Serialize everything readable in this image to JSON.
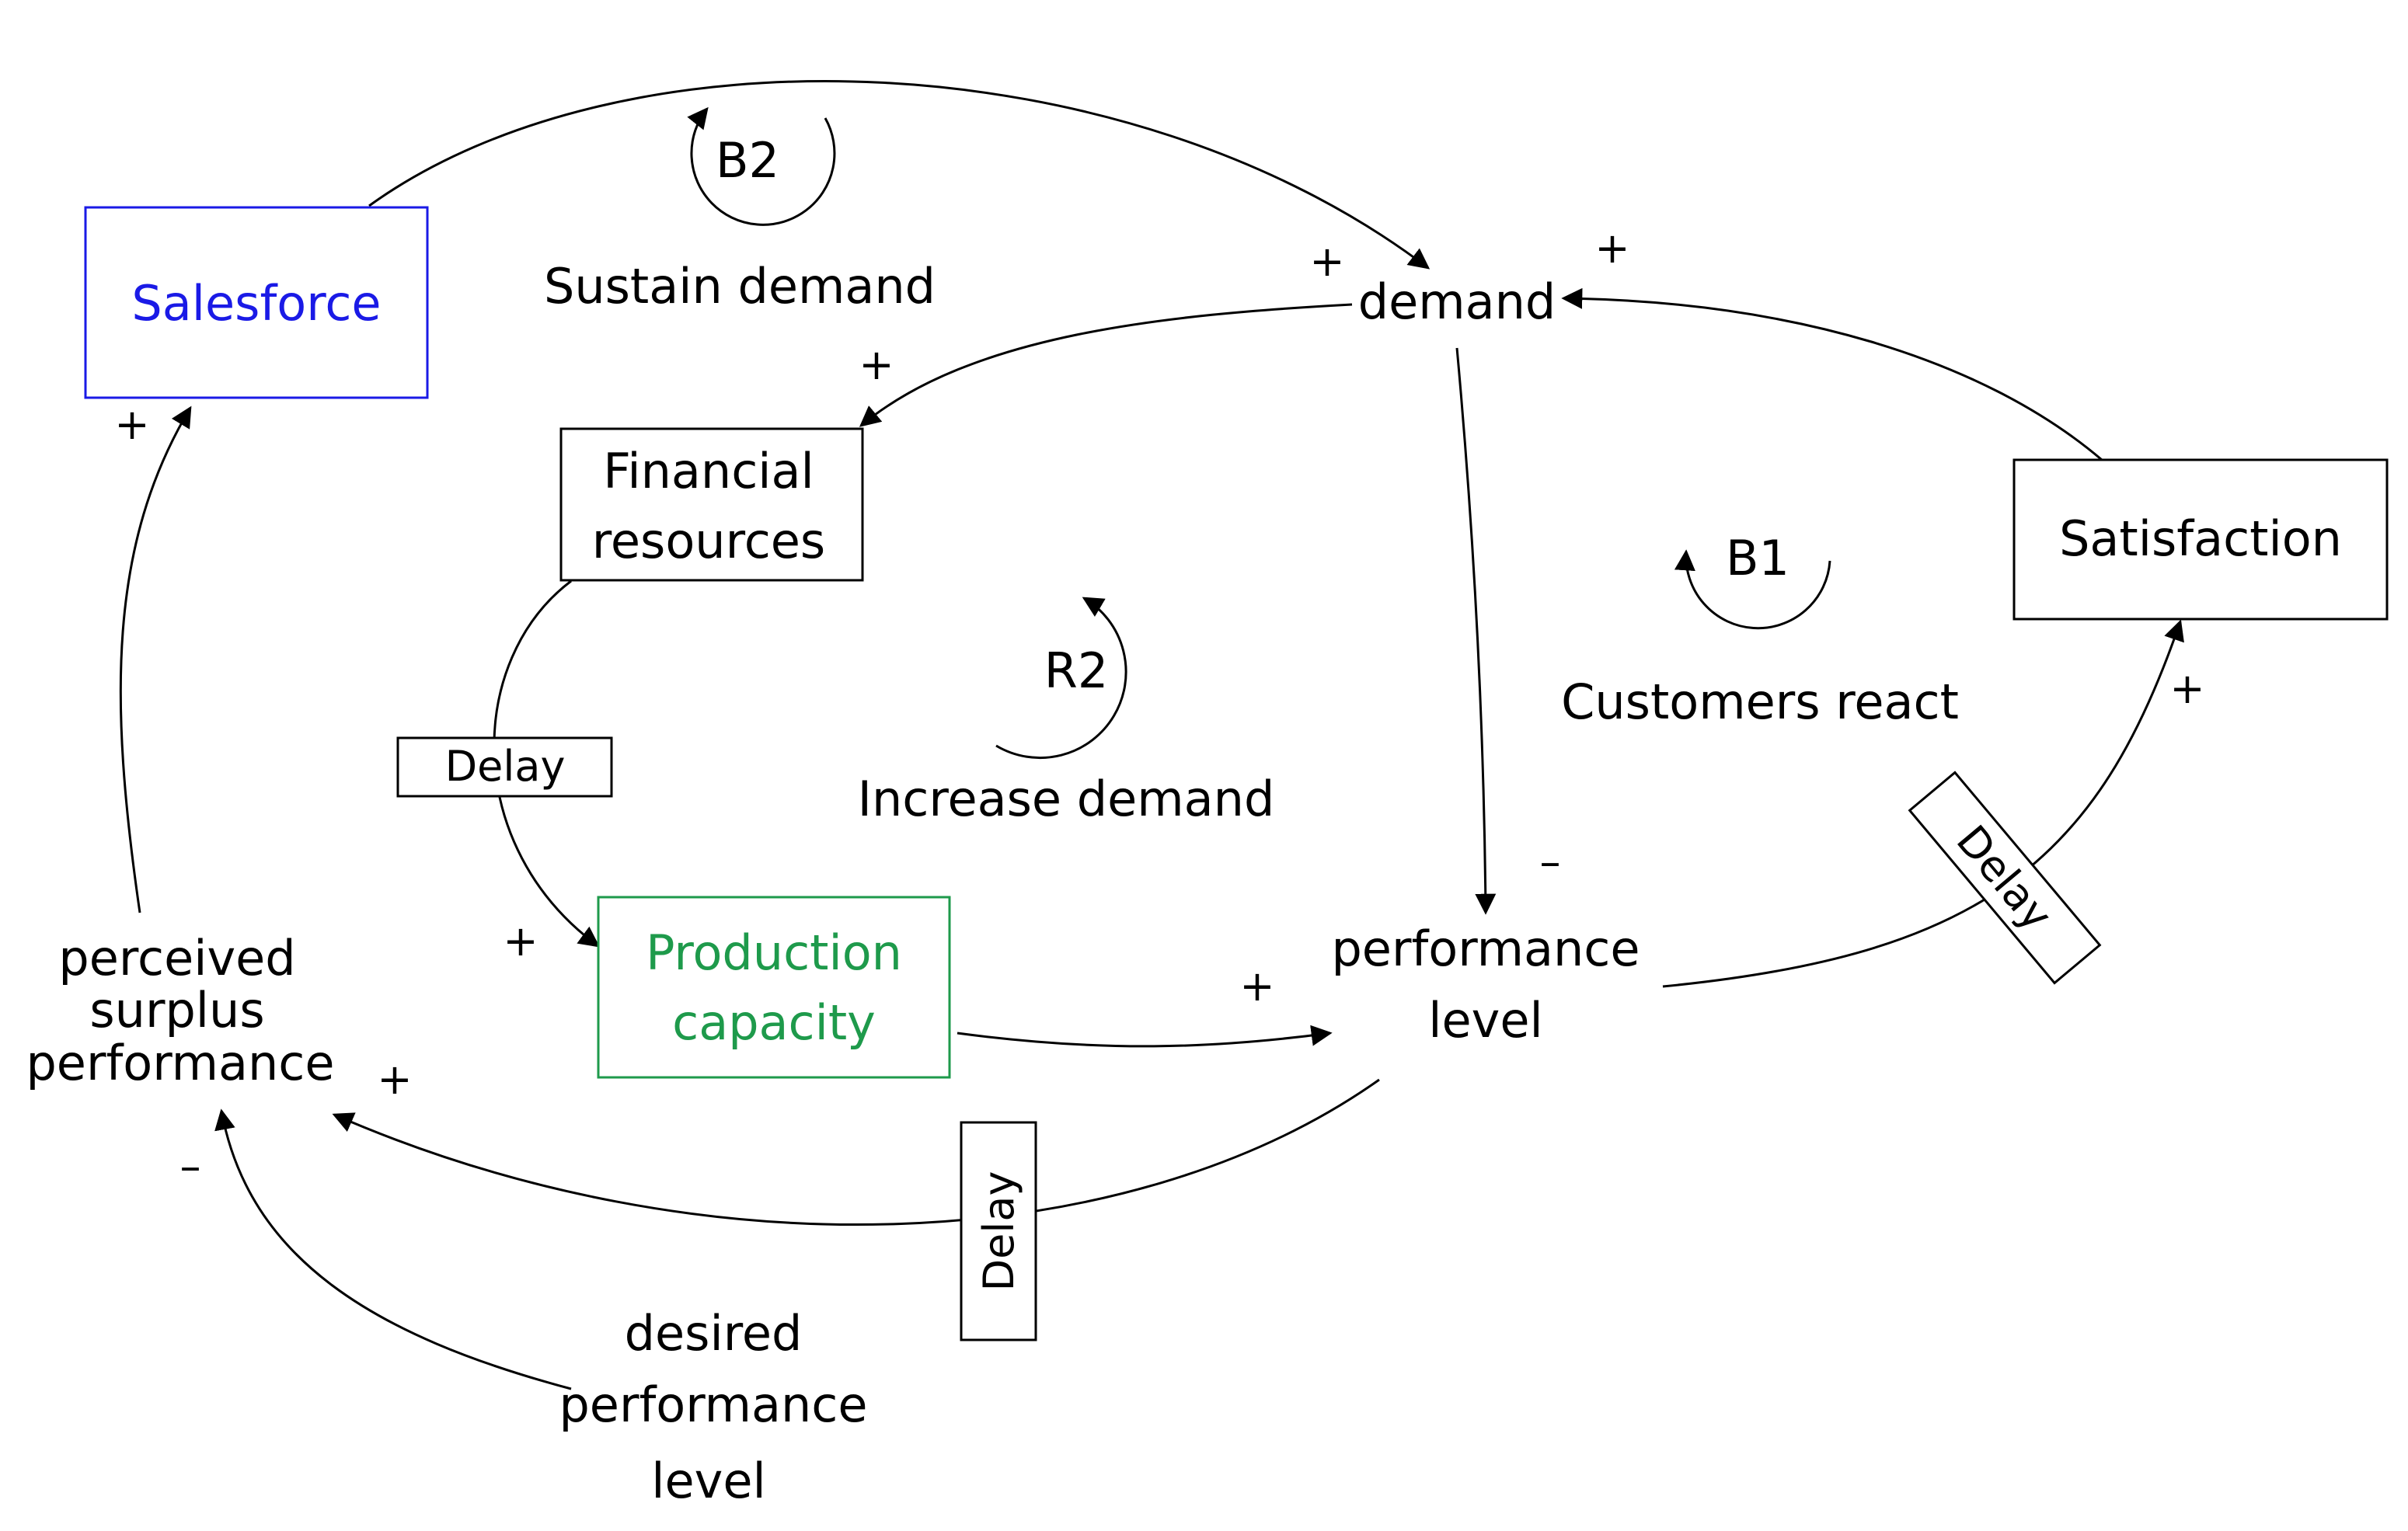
{
  "colors": {
    "ink": "#000000",
    "salesforce": "#1a1ae6",
    "production": "#1e9a4b"
  },
  "nodes": {
    "salesforce": "Salesforce",
    "demand": "demand",
    "financial": [
      "Financial",
      "resources"
    ],
    "satisfaction": "Satisfaction",
    "production": [
      "Production",
      "capacity"
    ],
    "performance": [
      "performance",
      "level"
    ],
    "perceived": [
      "perceived",
      "surplus",
      "performance"
    ],
    "desired": [
      "desired",
      "performance",
      "level"
    ]
  },
  "loops": {
    "b2": {
      "id": "B2",
      "name": "Sustain demand"
    },
    "b1": {
      "id": "B1",
      "name": "Customers react"
    },
    "r2": {
      "id": "R2",
      "name": "Increase demand"
    }
  },
  "delay_label": "Delay",
  "polarity": {
    "plus": "+",
    "minus": "–"
  }
}
